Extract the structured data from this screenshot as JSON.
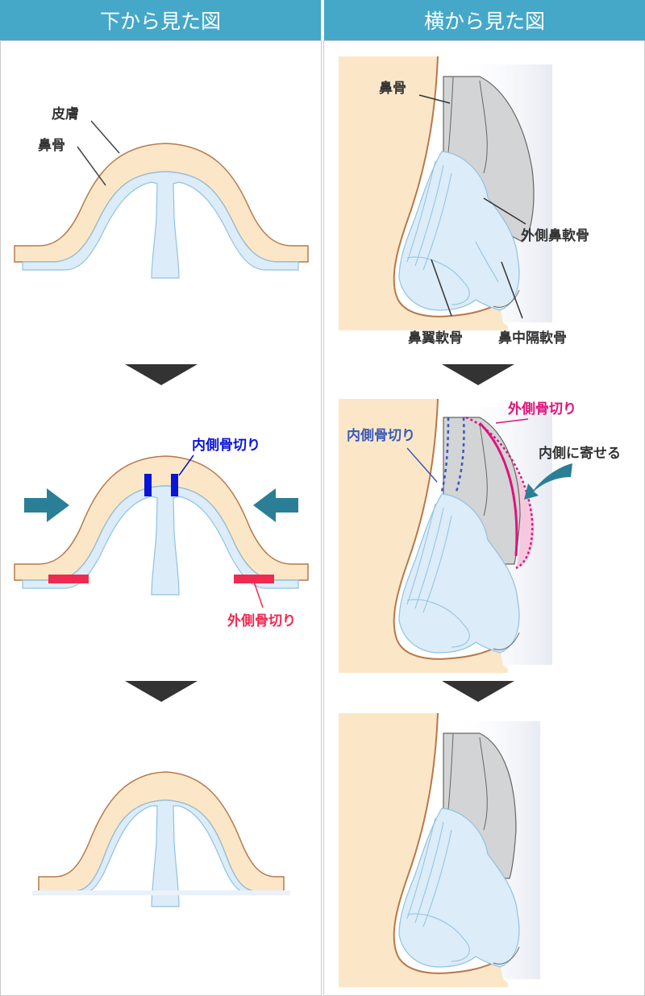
{
  "headers": {
    "left": "下から見た図",
    "right": "横から見た図"
  },
  "labels": {
    "skin": "皮膚",
    "nasal_bone_left": "鼻骨",
    "nasal_bone_right": "鼻骨",
    "upper_lateral_cartilage": "外側鼻軟骨",
    "alar_cartilage": "鼻翼軟骨",
    "septal_cartilage": "鼻中隔軟骨",
    "medial_osteotomy_left": "内側骨切り",
    "lateral_osteotomy_left": "外側骨切り",
    "medial_osteotomy_right": "内側骨切り",
    "lateral_osteotomy_right": "外側骨切り",
    "push_inward": "内側に寄せる"
  },
  "colors": {
    "header_bg": "#45a8c8",
    "skin_fill": "#fbe7c8",
    "skin_line": "#b8784a",
    "cartilage_fill": "#dcecf8",
    "cartilage_line": "#8fc3e2",
    "bone_fill": "#d2d4d6",
    "arrow": "#2a7f96",
    "medial_mark": "#0a14d6",
    "lateral_mark": "#ee2a50",
    "lateral_mark_side": "#e0127a",
    "medial_mark_side": "#3a5ab8"
  }
}
